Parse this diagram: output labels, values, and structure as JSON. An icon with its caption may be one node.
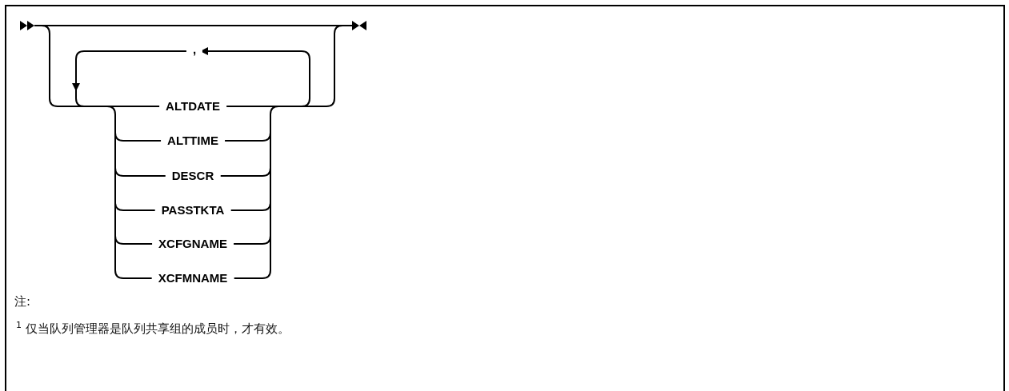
{
  "diagram": {
    "labels": [
      ",",
      "ALTDATE",
      "ALTTIME",
      "DESCR",
      "PASSTKTA",
      "XCFGNAME",
      "XCFMNAME",
      "注:",
      "$^{1}$ 仅当队列管理器是队列共享组的成员时，才有效。"
    ]
  }
}
